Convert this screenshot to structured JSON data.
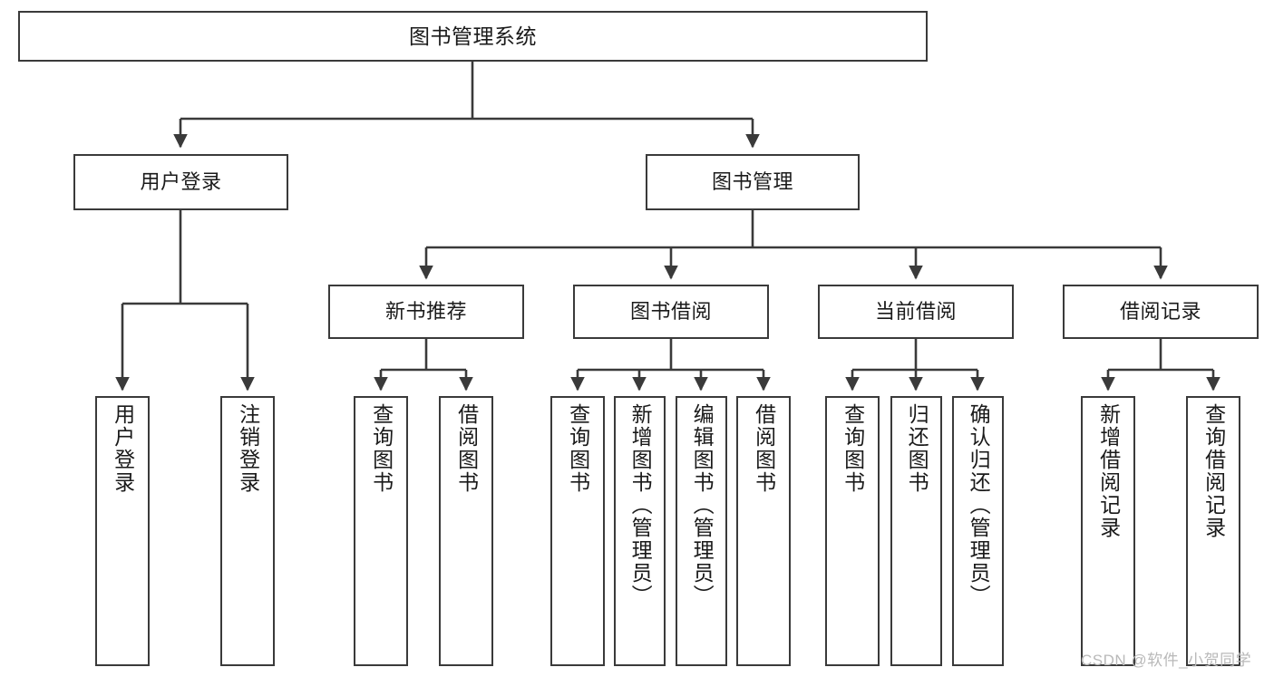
{
  "diagram": {
    "type": "hierarchy-tree",
    "title": "图书管理系统",
    "levels": 4,
    "colors": {
      "box_border": "#3a3a3a",
      "box_fill": "#ffffff",
      "connector": "#3a3a3a",
      "text": "#1a1a1a",
      "watermark": "#b9b9b9",
      "background": "#ffffff"
    },
    "root": {
      "label": "图书管理系统"
    },
    "level1": [
      {
        "label": "用户登录"
      },
      {
        "label": "图书管理"
      }
    ],
    "level2": [
      {
        "label": "新书推荐"
      },
      {
        "label": "图书借阅"
      },
      {
        "label": "当前借阅"
      },
      {
        "label": "借阅记录"
      }
    ],
    "leaves": {
      "user_login": [
        {
          "label": "用户登录"
        },
        {
          "label": "注销登录"
        }
      ],
      "new_book_recommend": [
        {
          "label": "查询图书"
        },
        {
          "label": "借阅图书"
        }
      ],
      "book_borrow": [
        {
          "label": "查询图书"
        },
        {
          "label": "新增图书（管理员）"
        },
        {
          "label": "编辑图书（管理员）"
        },
        {
          "label": "借阅图书"
        }
      ],
      "current_borrow": [
        {
          "label": "查询图书"
        },
        {
          "label": "归还图书"
        },
        {
          "label": "确认归还（管理员）"
        }
      ],
      "borrow_record": [
        {
          "label": "新增借阅记录"
        },
        {
          "label": "查询借阅记录"
        }
      ]
    }
  },
  "watermark": {
    "text": "CSDN @软件_小贺同学"
  }
}
